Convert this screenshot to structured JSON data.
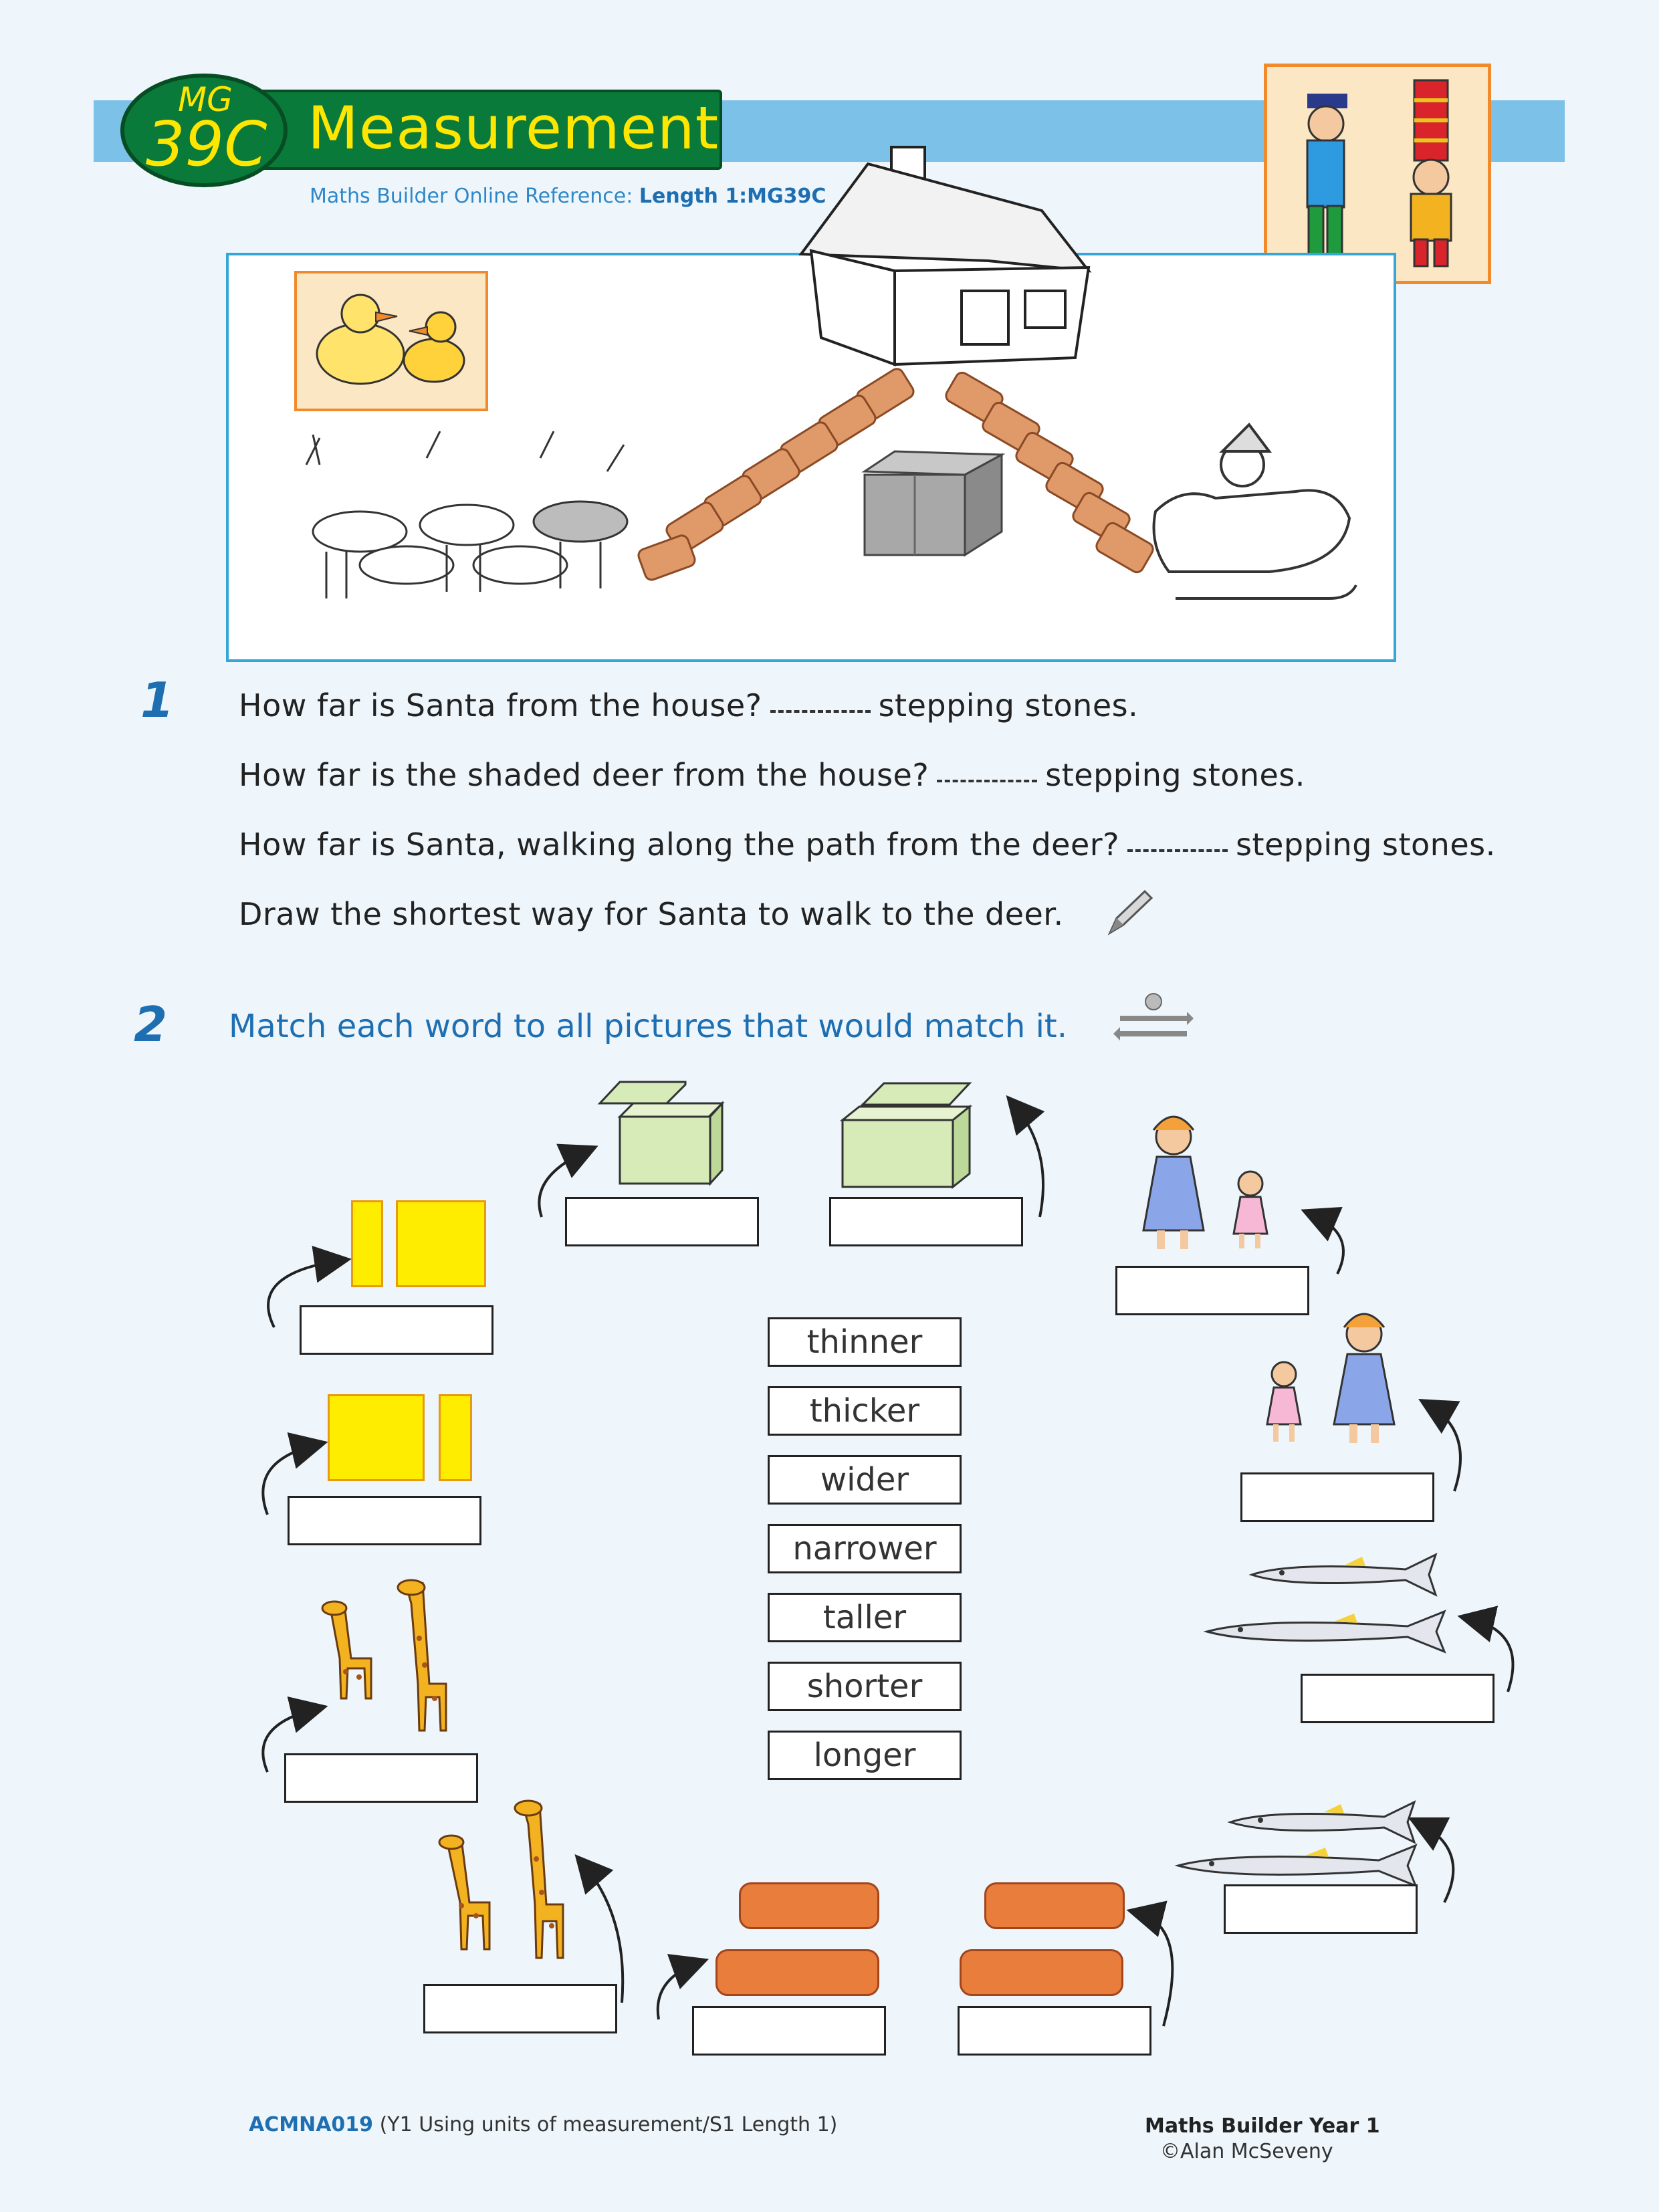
{
  "header": {
    "badge_top": "MG",
    "badge_num": "39C",
    "title": "Measurement",
    "ref_prefix": "Maths Builder Online Reference:",
    "ref_value": "Length 1:MG39C"
  },
  "q1": {
    "number": "1",
    "lines": [
      {
        "pre": "How far is Santa from the house?",
        "post": "stepping stones."
      },
      {
        "pre": "How far is the shaded deer from the house?",
        "post": "stepping stones."
      },
      {
        "pre": "How far is Santa, walking along the path from the deer?",
        "post": "stepping stones."
      }
    ],
    "draw_line": "Draw the shortest way for Santa to walk to the deer."
  },
  "q2": {
    "number": "2",
    "instruction": "Match each word to all pictures that would match it."
  },
  "words": [
    "thinner",
    "thicker",
    "wider",
    "narrower",
    "taller",
    "shorter",
    "longer"
  ],
  "footer": {
    "code": "ACMNA019",
    "desc": "(Y1 Using units of measurement/S1 Length 1)",
    "book": "Maths Builder Year 1",
    "author": "©Alan McSeveny"
  },
  "colors": {
    "accent_blue": "#1e6fb2",
    "band_blue": "#7cc1e8",
    "title_green": "#0a7a3a",
    "title_yellow": "#ffe600",
    "stone_orange": "#e09a6a"
  }
}
